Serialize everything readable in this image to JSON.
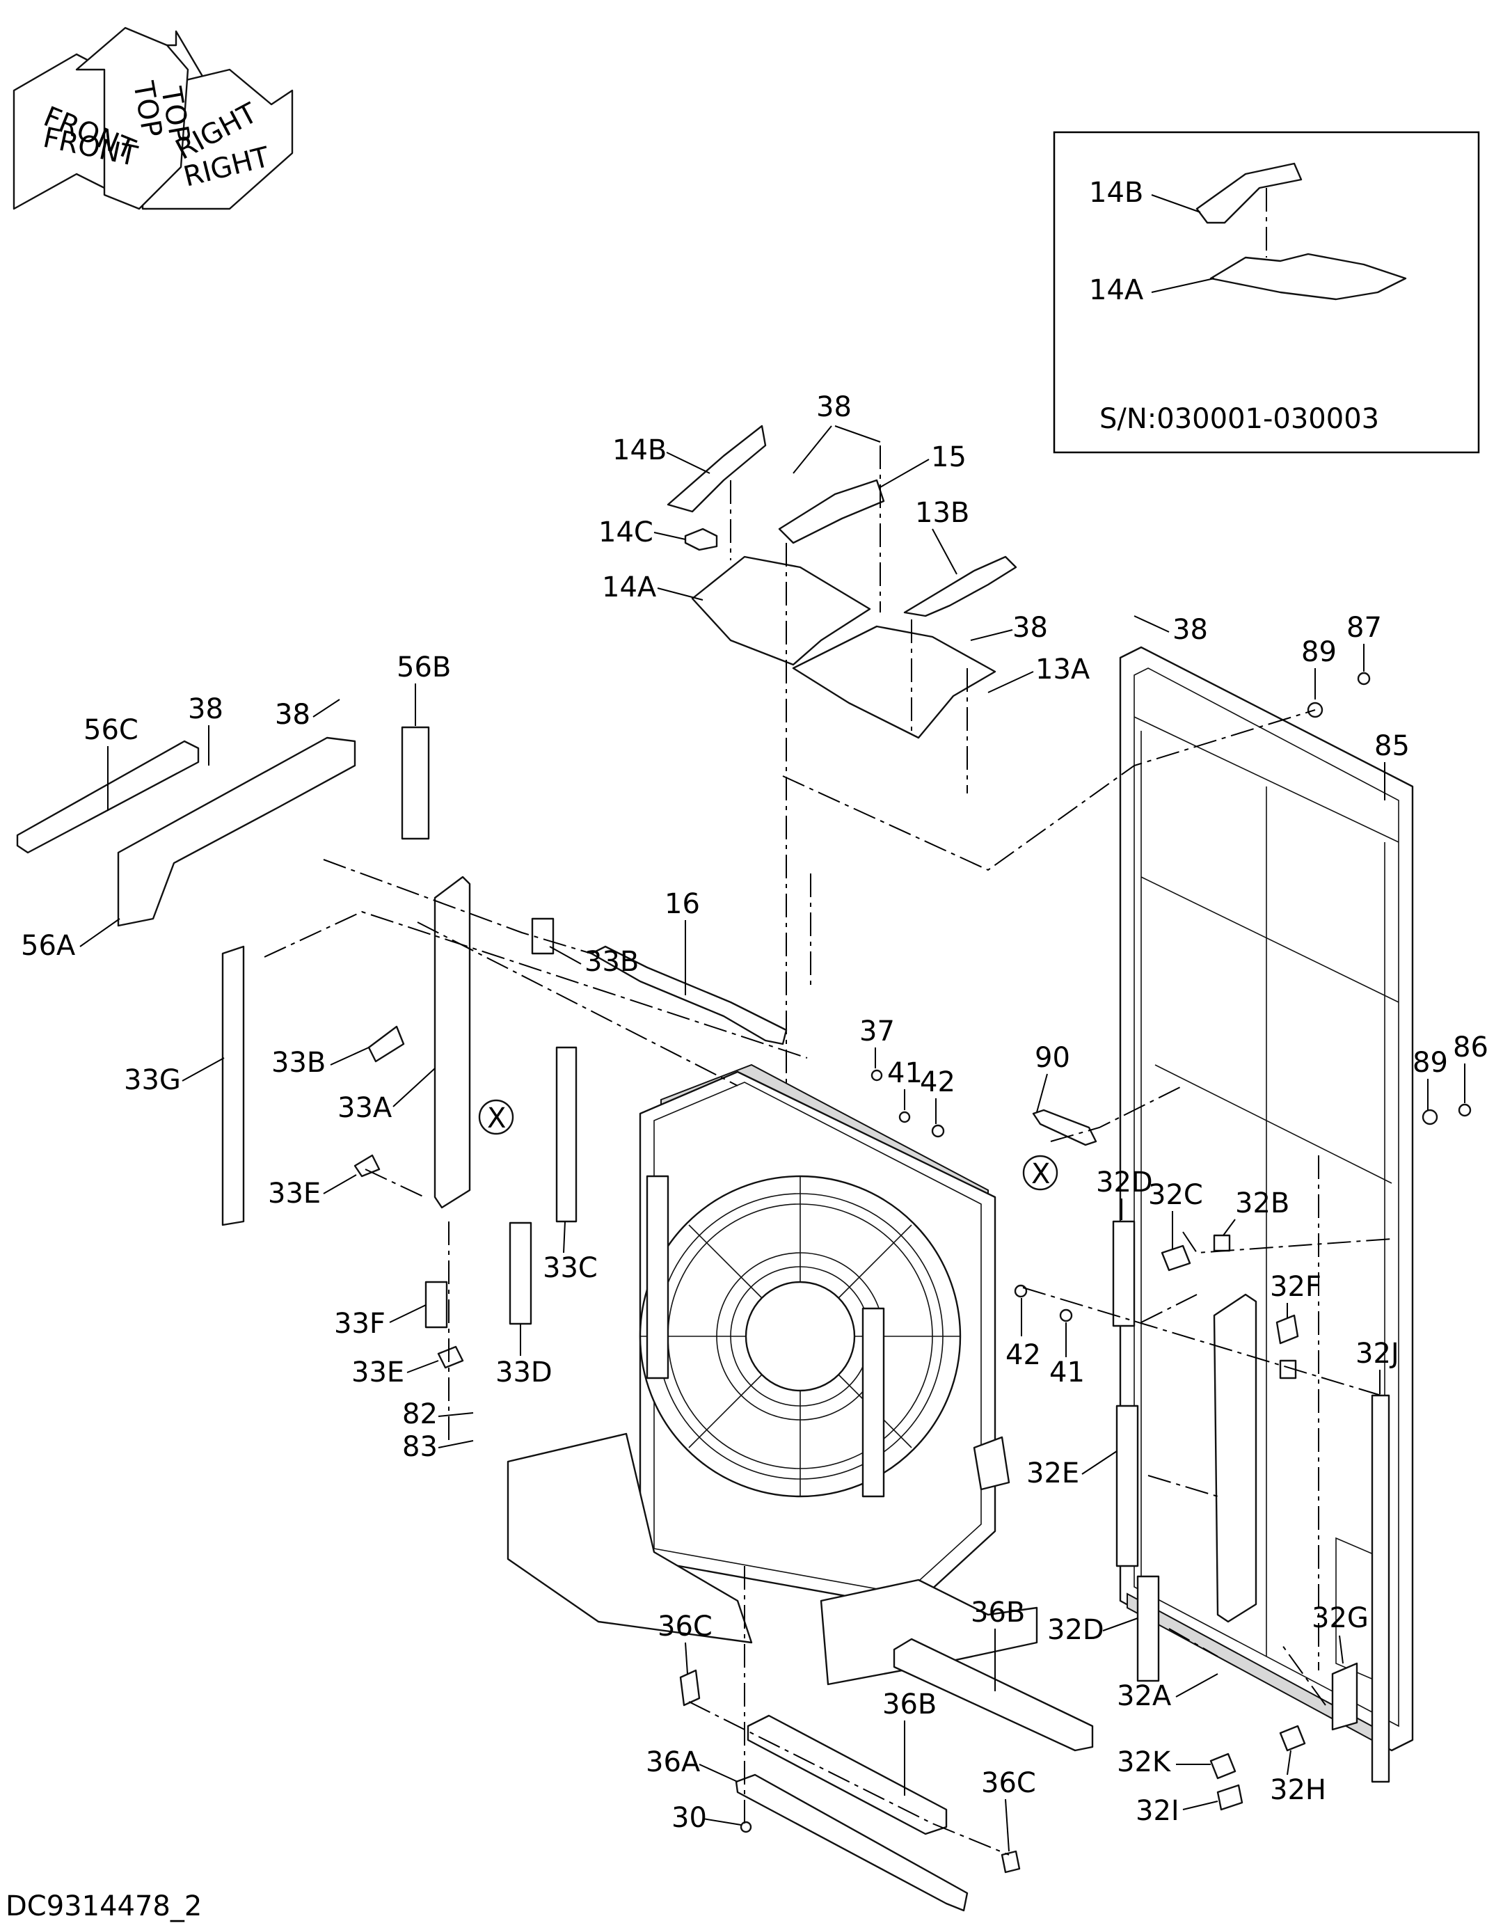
{
  "orientation_icon": {
    "labels": [
      "FRONT",
      "TOP",
      "RIGHT"
    ],
    "ghost_labels": [
      "FRONT",
      "TOP",
      "RIGHT"
    ]
  },
  "inset": {
    "labels": [
      "14B",
      "14A"
    ],
    "serial_note": "S/N:030001-030003"
  },
  "callouts": [
    "38",
    "14B",
    "15",
    "14C",
    "13B",
    "14A",
    "38",
    "13A",
    "38",
    "38",
    "87",
    "89",
    "85",
    "56B",
    "56C",
    "38",
    "38",
    "56A",
    "16",
    "33B",
    "33B",
    "33G",
    "33A",
    "37",
    "41",
    "42",
    "90",
    "33E",
    "33C",
    "33F",
    "33E",
    "33D",
    "82",
    "83",
    "32D",
    "32C",
    "32B",
    "32F",
    "32J",
    "42",
    "41",
    "89",
    "86",
    "32E",
    "32D",
    "32G",
    "32A",
    "32K",
    "32H",
    "32I",
    "36C",
    "36B",
    "36B",
    "36A",
    "36C",
    "30"
  ],
  "reference_marks": [
    "X",
    "X"
  ],
  "drawing_id": "DC9314478_2"
}
